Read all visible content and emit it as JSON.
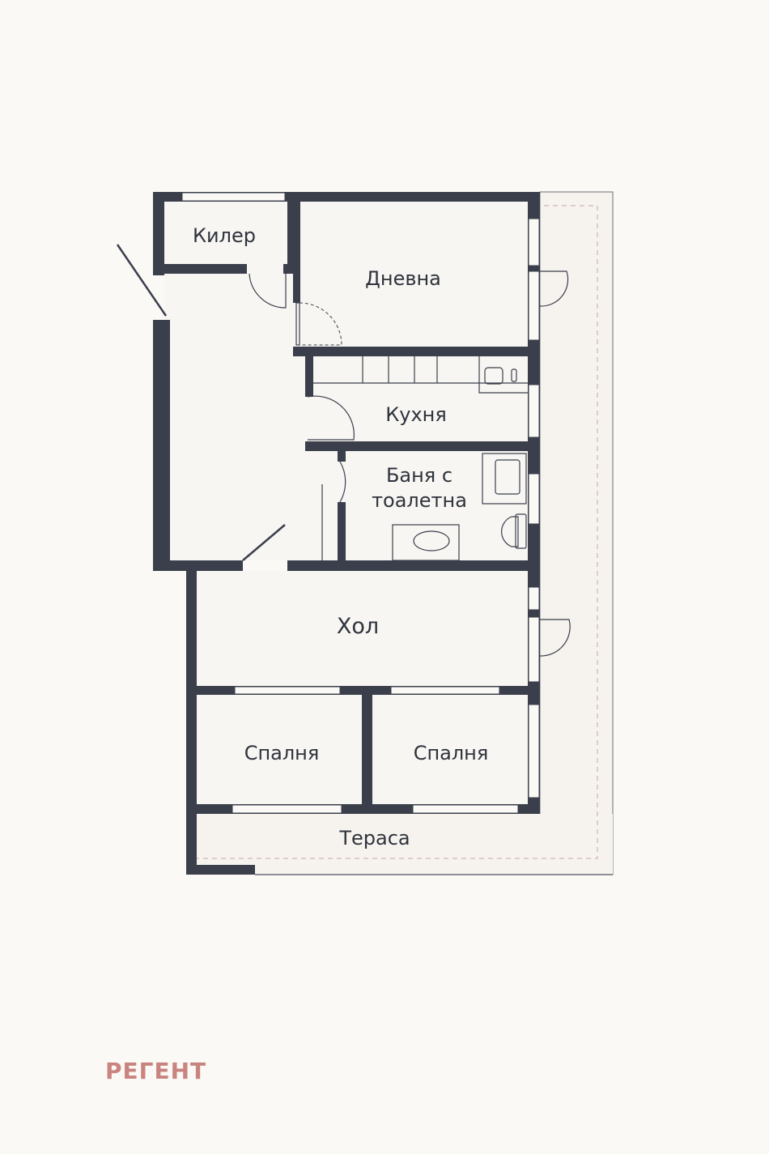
{
  "rooms": {
    "kiler": "Килер",
    "dnevna": "Дневна",
    "kuhnya": "Кухня",
    "banya_line1": "Баня с",
    "banya_line2": "тоалетна",
    "hol": "Хол",
    "spalnya1": "Спалня",
    "spalnya2": "Спалня",
    "terasa": "Тераса"
  },
  "logo": {
    "text": "РЕГЕНТ",
    "color": "#c98480"
  },
  "colors": {
    "wall": "#3a3f4b",
    "background": "#fbf9f6"
  }
}
